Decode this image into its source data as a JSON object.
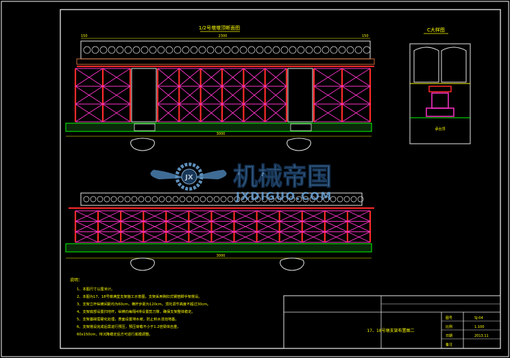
{
  "drawing": {
    "view1_title": "1/2号墩墩顶断面图",
    "view2_title": "",
    "detail_title": "C大样图",
    "dims_top": {
      "overall": "2300",
      "lower_total": "3000",
      "left_small": "150",
      "right_small": "150"
    },
    "dims_bottom": {
      "overall": "3000"
    },
    "detail_label": "承台顶"
  },
  "notes": {
    "heading": "说明：",
    "lines": [
      "1、本图尺寸以厘米计。",
      "2、本图为17、18号墩满堂支架施工示意图，支架采用碗扣式钢管脚手架搭设。",
      "3、支架立杆纵横间距均为60cm，横杆步距为120cm，顶托调节高度不超过30cm。",
      "4、支架底部设置扫地杆，纵横向每隔4排设置剪刀撑，确保支架整体稳定。",
      "5、支架基础需硬化处理，表面设置排水坡，防止积水浸泡地基。",
      "6、支架搭设完成后需进行预压，预压荷载不小于1.2倍梁体自重，",
      "60x150cm，待沉降稳定后方可进行底模调整。"
    ]
  },
  "title_block": {
    "sheet_title": "17、18号墩支架布置图二",
    "left_cell": "",
    "right_labels": [
      "图号",
      "比例",
      "日期",
      "备注"
    ],
    "right_values": [
      "SJ-04",
      "1:100",
      "2013.11",
      ""
    ]
  },
  "watermark": {
    "brand_cn": "机械帝国",
    "brand_en": "JXDIGUO.COM",
    "logo_text": "JX"
  },
  "colors": {
    "background": "#000000",
    "frame": "#ffffff",
    "pier": "#ff2a2a",
    "brace": "#ff33cc",
    "ground": "#00ff00",
    "dimension": "#ffff00",
    "girder": "#e8e8e8",
    "watermark": "#6fa8dc"
  }
}
